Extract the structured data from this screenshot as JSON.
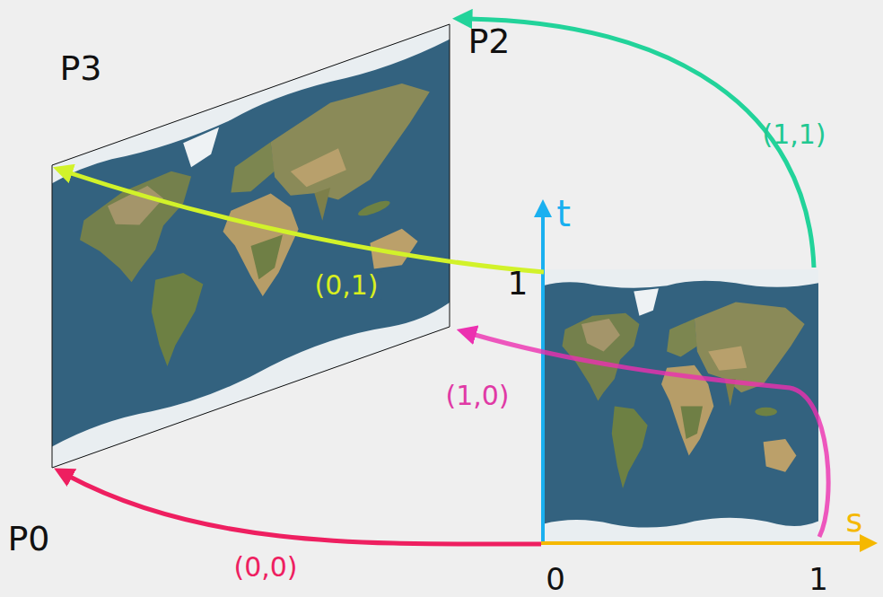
{
  "diagram": {
    "labels": [
      "P3",
      "P2",
      "P0",
      "(1,1)",
      "(0,1)",
      "(1,0)",
      "(0,0)",
      "t",
      "1",
      "s",
      "0",
      "1"
    ]
  }
}
